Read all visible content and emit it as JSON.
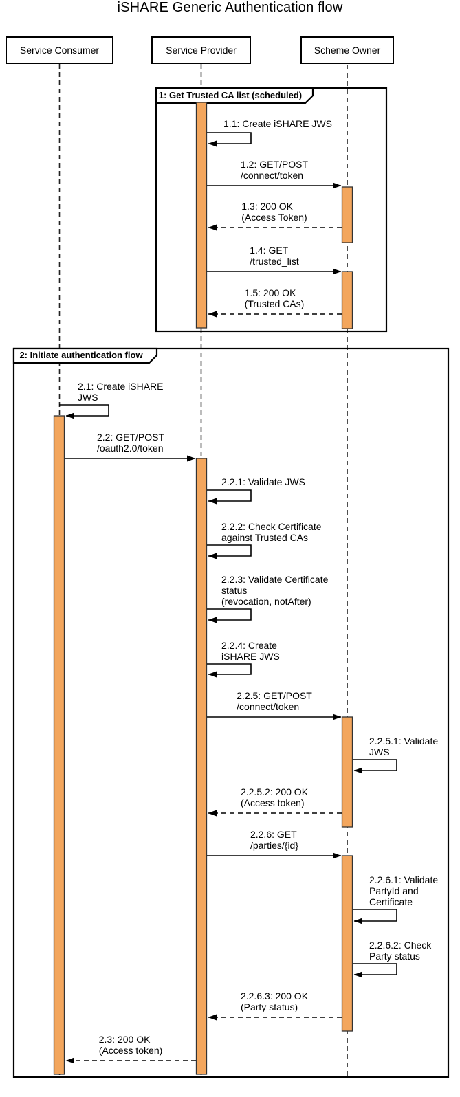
{
  "title": "iSHARE Generic Authentication flow",
  "actors": [
    {
      "name": "Service Consumer"
    },
    {
      "name": "Service Provider"
    },
    {
      "name": "Scheme Owner"
    }
  ],
  "frames": [
    {
      "label": "1: Get Trusted CA list (scheduled)"
    },
    {
      "label": "2: Initiate authentication flow"
    }
  ],
  "colors": {
    "activation_fill": "#F3A65D",
    "line": "#000000",
    "background": "#FFFFFF"
  },
  "messages": {
    "m1_1": {
      "label": "1.1: Create iSHARE JWS",
      "kind": "self",
      "lifeline": "Service Provider"
    },
    "m1_2": {
      "label": "1.2: GET/POST\n/connect/token",
      "kind": "request",
      "from": "Service Provider",
      "to": "Scheme Owner"
    },
    "m1_3": {
      "label": "1.3: 200 OK\n(Access Token)",
      "kind": "return",
      "from": "Scheme Owner",
      "to": "Service Provider"
    },
    "m1_4": {
      "label": "1.4: GET\n/trusted_list",
      "kind": "request",
      "from": "Service Provider",
      "to": "Scheme Owner"
    },
    "m1_5": {
      "label": "1.5: 200 OK\n(Trusted CAs)",
      "kind": "return",
      "from": "Scheme Owner",
      "to": "Service Provider"
    },
    "m2_1": {
      "label": "2.1: Create iSHARE\nJWS",
      "kind": "self",
      "lifeline": "Service Consumer"
    },
    "m2_2": {
      "label": "2.2: GET/POST\n/oauth2.0/token",
      "kind": "request",
      "from": "Service Consumer",
      "to": "Service Provider"
    },
    "m2_2_1": {
      "label": "2.2.1: Validate JWS",
      "kind": "self",
      "lifeline": "Service Provider"
    },
    "m2_2_2": {
      "label": "2.2.2: Check Certificate\nagainst Trusted CAs",
      "kind": "self",
      "lifeline": "Service Provider"
    },
    "m2_2_3": {
      "label": "2.2.3: Validate Certificate\nstatus\n(revocation, notAfter)",
      "kind": "self",
      "lifeline": "Service Provider"
    },
    "m2_2_4": {
      "label": "2.2.4: Create\niSHARE JWS",
      "kind": "self",
      "lifeline": "Service Provider"
    },
    "m2_2_5": {
      "label": "2.2.5: GET/POST\n/connect/token",
      "kind": "request",
      "from": "Service Provider",
      "to": "Scheme Owner"
    },
    "m2_2_5_1": {
      "label": "2.2.5.1: Validate\nJWS",
      "kind": "self",
      "lifeline": "Scheme Owner"
    },
    "m2_2_5_2": {
      "label": "2.2.5.2: 200 OK\n(Access token)",
      "kind": "return",
      "from": "Scheme Owner",
      "to": "Service Provider"
    },
    "m2_2_6": {
      "label": "2.2.6: GET\n/parties/{id}",
      "kind": "request",
      "from": "Service Provider",
      "to": "Scheme Owner"
    },
    "m2_2_6_1": {
      "label": "2.2.6.1: Validate\nPartyId and\nCertificate",
      "kind": "self",
      "lifeline": "Scheme Owner"
    },
    "m2_2_6_2": {
      "label": "2.2.6.2: Check\nParty status",
      "kind": "self",
      "lifeline": "Scheme Owner"
    },
    "m2_2_6_3": {
      "label": "2.2.6.3: 200 OK\n(Party status)",
      "kind": "return",
      "from": "Scheme Owner",
      "to": "Service Provider"
    },
    "m2_3": {
      "label": "2.3: 200 OK\n(Access token)",
      "kind": "return",
      "from": "Service Provider",
      "to": "Service Consumer"
    }
  }
}
